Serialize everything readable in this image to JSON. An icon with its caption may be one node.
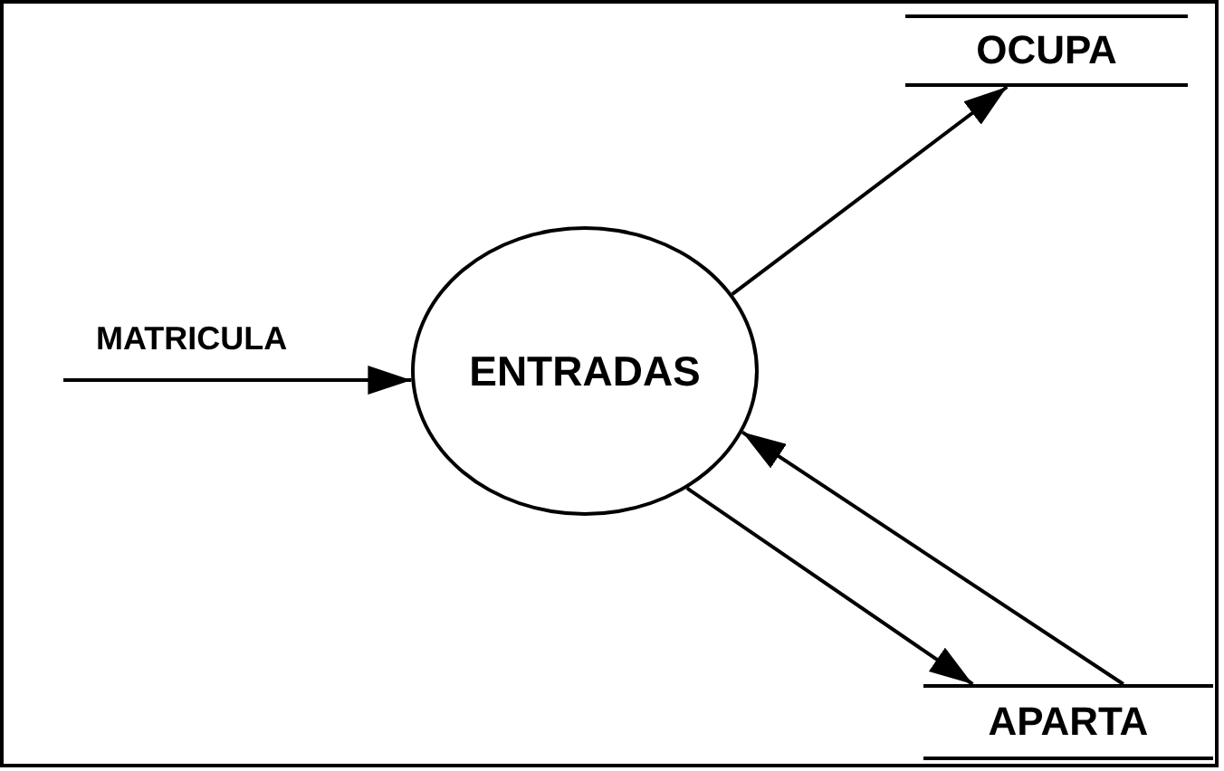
{
  "diagram": {
    "nodes": [
      {
        "text": [
          "ENTRADAS"
        ]
      },
      {
        "text": [
          "OCUPA"
        ]
      },
      {
        "text": [
          "APARTA"
        ]
      }
    ],
    "edges": [
      {
        "from": null,
        "to": 0,
        "arrow": "to",
        "label": "MATRICULA"
      },
      {
        "from": 0,
        "to": 1,
        "arrow": "to"
      },
      {
        "from": 0,
        "to": 2,
        "arrow": "to"
      },
      {
        "from": 2,
        "to": 0,
        "arrow": "to"
      }
    ]
  }
}
